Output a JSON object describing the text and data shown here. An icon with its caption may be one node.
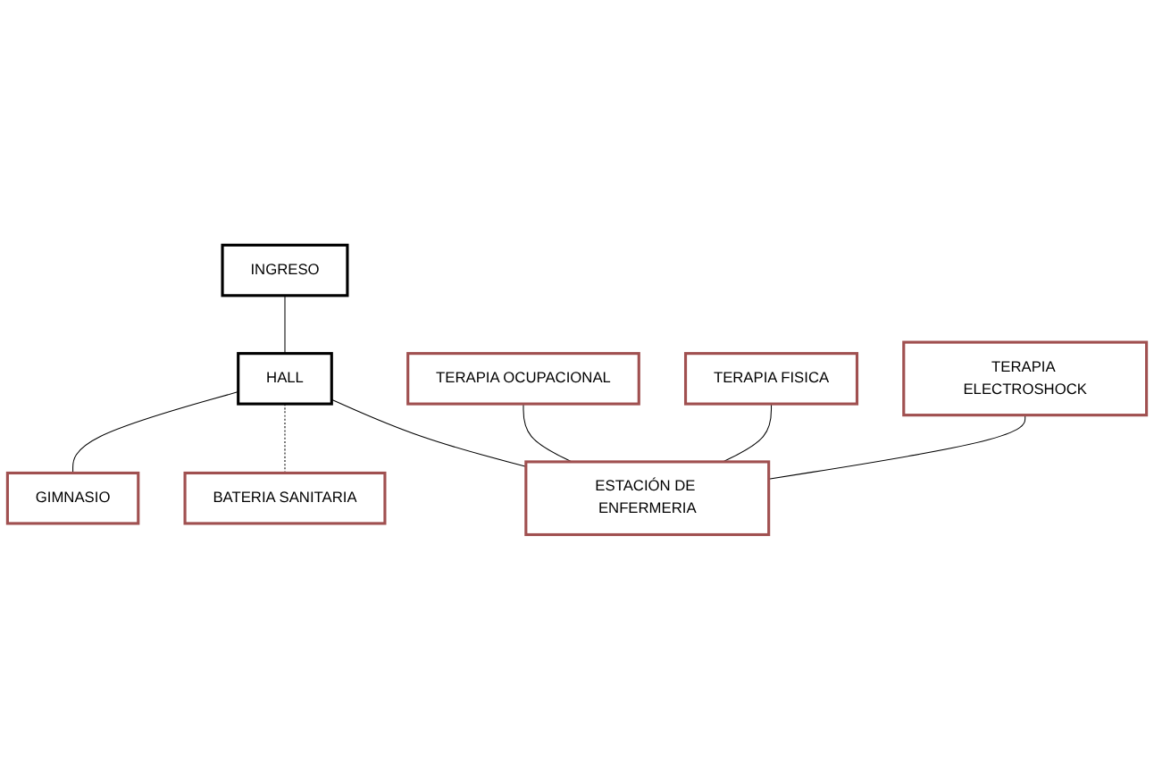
{
  "diagram": {
    "nodes": [
      {
        "text": [
          "INGRESO"
        ]
      },
      {
        "text": [
          "GIMNASIO"
        ]
      },
      {
        "text": [
          "HALL"
        ]
      },
      {
        "text": [
          "TERAPIA OCUPACIONAL"
        ]
      },
      {
        "text": [
          "BATERIA SANITARIA"
        ]
      },
      {
        "text": [
          "ESTACIÓN DE ENFERMERIA"
        ]
      },
      {
        "text": [
          "TERAPIA FISICA"
        ]
      },
      {
        "text": [
          "TERAPIA ELECTROSHOCK"
        ]
      }
    ],
    "edges": [
      {
        "from": 0,
        "to": 2,
        "arrow": "none"
      },
      {
        "from": 2,
        "to": 1,
        "arrow": "none"
      },
      {
        "from": 2,
        "to": 4,
        "arrow": "none",
        "style": "dashed"
      },
      {
        "from": 2,
        "to": 5,
        "arrow": "none"
      },
      {
        "from": 3,
        "to": 5,
        "arrow": "none"
      },
      {
        "from": 6,
        "to": 5,
        "arrow": "none"
      },
      {
        "from": 7,
        "to": 5,
        "arrow": "none"
      }
    ]
  }
}
